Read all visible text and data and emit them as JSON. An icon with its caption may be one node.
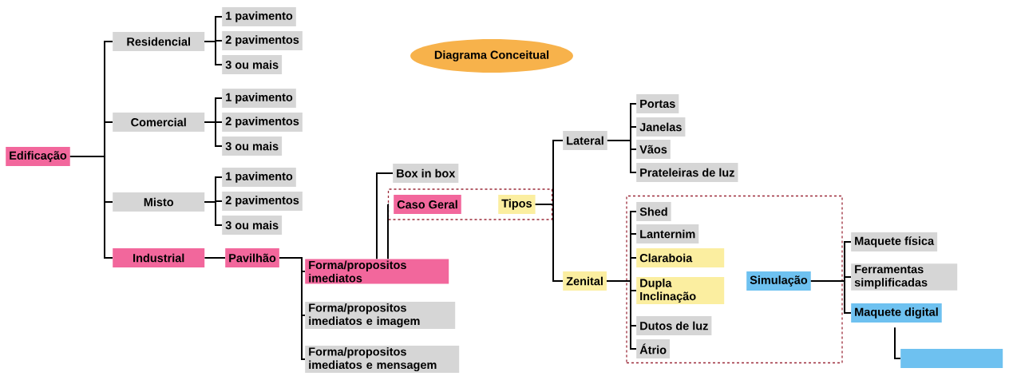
{
  "diagram": {
    "title": "Diagrama Conceitual",
    "nodes": [
      {
        "text": [
          "Edificação"
        ]
      },
      {
        "text": [
          "Residencial"
        ]
      },
      {
        "text": [
          "1 pavimento"
        ]
      },
      {
        "text": [
          "2 pavimentos"
        ]
      },
      {
        "text": [
          "3 ou mais"
        ]
      },
      {
        "text": [
          "Comercial"
        ]
      },
      {
        "text": [
          "1 pavimento"
        ]
      },
      {
        "text": [
          "2 pavimentos"
        ]
      },
      {
        "text": [
          "3 ou mais"
        ]
      },
      {
        "text": [
          "Misto"
        ]
      },
      {
        "text": [
          "1 pavimento"
        ]
      },
      {
        "text": [
          "2 pavimentos"
        ]
      },
      {
        "text": [
          "3 ou mais"
        ]
      },
      {
        "text": [
          "Industrial"
        ]
      },
      {
        "text": [
          "Pavilhão"
        ]
      },
      {
        "text": [
          "Forma/propositos imediatos"
        ]
      },
      {
        "text": [
          "Forma/propositos imediatos e imagem"
        ]
      },
      {
        "text": [
          "Forma/propositos imediatos e mensagem"
        ]
      },
      {
        "text": [
          "Box in box"
        ]
      },
      {
        "text": [],
        "shape": "box"
      },
      {
        "text": [
          "Caso Geral"
        ],
        "in": 19
      },
      {
        "text": [
          "Tipos"
        ],
        "in": 19
      },
      {
        "text": [
          "Lateral"
        ]
      },
      {
        "text": [
          "Portas"
        ]
      },
      {
        "text": [
          "Janelas"
        ]
      },
      {
        "text": [
          "Vãos"
        ]
      },
      {
        "text": [
          "Prateleiras de luz"
        ]
      },
      {
        "text": [
          "Zenital"
        ]
      },
      {
        "text": [],
        "shape": "box"
      },
      {
        "text": [
          "Shed"
        ],
        "in": 28
      },
      {
        "text": [
          "Lanternim"
        ],
        "in": 28
      },
      {
        "text": [
          "Claraboia"
        ],
        "in": 28
      },
      {
        "text": [
          "Dupla Inclinação"
        ],
        "in": 28
      },
      {
        "text": [
          "Dutos de luz"
        ],
        "in": 28
      },
      {
        "text": [
          "Átrio"
        ],
        "in": 28
      },
      {
        "text": [
          "Simulação"
        ],
        "in": 28
      },
      {
        "text": [
          "Maquete física"
        ]
      },
      {
        "text": [
          "Ferramentas simplificadas"
        ]
      },
      {
        "text": [
          "Maquete digital"
        ]
      },
      {
        "text": [],
        "shape": "box"
      }
    ],
    "edges": [
      {
        "from": 0,
        "to": 1,
        "arrow": "none"
      },
      {
        "from": 0,
        "to": 5,
        "arrow": "none"
      },
      {
        "from": 0,
        "to": 9,
        "arrow": "none"
      },
      {
        "from": 0,
        "to": 13,
        "arrow": "none"
      },
      {
        "from": 1,
        "to": 2,
        "arrow": "none"
      },
      {
        "from": 1,
        "to": 3,
        "arrow": "none"
      },
      {
        "from": 1,
        "to": 4,
        "arrow": "none"
      },
      {
        "from": 5,
        "to": 6,
        "arrow": "none"
      },
      {
        "from": 5,
        "to": 7,
        "arrow": "none"
      },
      {
        "from": 5,
        "to": 8,
        "arrow": "none"
      },
      {
        "from": 9,
        "to": 10,
        "arrow": "none"
      },
      {
        "from": 9,
        "to": 11,
        "arrow": "none"
      },
      {
        "from": 9,
        "to": 12,
        "arrow": "none"
      },
      {
        "from": 13,
        "to": 14,
        "arrow": "none"
      },
      {
        "from": 14,
        "to": 15,
        "arrow": "none"
      },
      {
        "from": 14,
        "to": 16,
        "arrow": "none"
      },
      {
        "from": 14,
        "to": 17,
        "arrow": "none"
      },
      {
        "from": 15,
        "to": 18,
        "arrow": "none"
      },
      {
        "from": 15,
        "to": 19,
        "arrow": "none"
      },
      {
        "from": 21,
        "to": 22,
        "arrow": "none"
      },
      {
        "from": 21,
        "to": 27,
        "arrow": "none"
      },
      {
        "from": 22,
        "to": 23,
        "arrow": "none"
      },
      {
        "from": 22,
        "to": 24,
        "arrow": "none"
      },
      {
        "from": 22,
        "to": 25,
        "arrow": "none"
      },
      {
        "from": 22,
        "to": 26,
        "arrow": "none"
      },
      {
        "from": 27,
        "to": 29,
        "arrow": "none"
      },
      {
        "from": 27,
        "to": 30,
        "arrow": "none"
      },
      {
        "from": 27,
        "to": 31,
        "arrow": "none"
      },
      {
        "from": 27,
        "to": 32,
        "arrow": "none"
      },
      {
        "from": 27,
        "to": 33,
        "arrow": "none"
      },
      {
        "from": 27,
        "to": 34,
        "arrow": "none"
      },
      {
        "from": 35,
        "to": 36,
        "arrow": "none"
      },
      {
        "from": 35,
        "to": 37,
        "arrow": "none"
      },
      {
        "from": 35,
        "to": 38,
        "arrow": "none"
      },
      {
        "from": 38,
        "to": 39,
        "arrow": "none"
      }
    ]
  }
}
